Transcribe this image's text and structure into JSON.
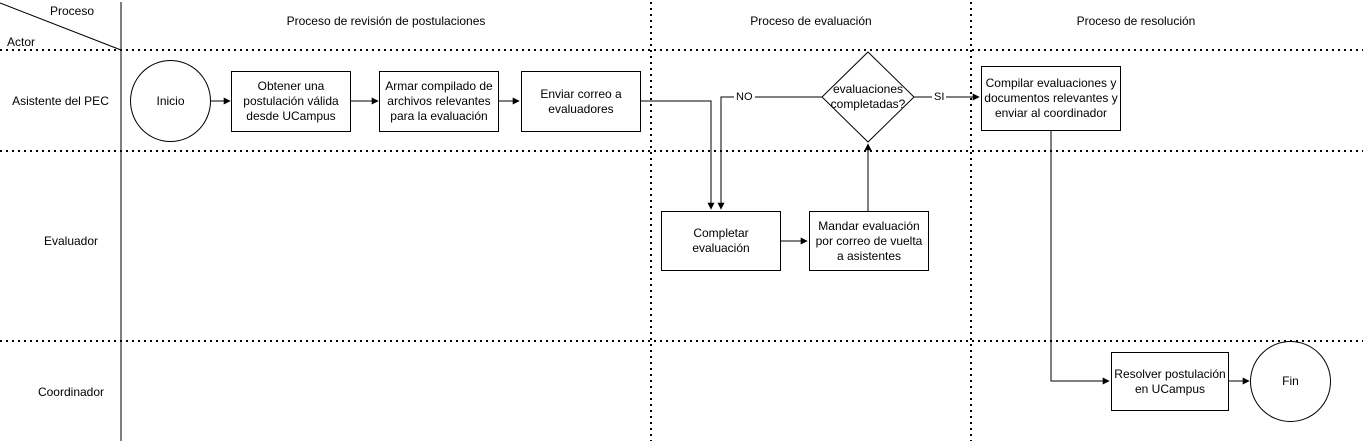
{
  "header": {
    "proceso": "Proceso",
    "actor": "Actor"
  },
  "phases": [
    "Proceso de revisión de postulaciones",
    "Proceso de evaluación",
    "Proceso de resolución"
  ],
  "lanes": [
    "Asistente del PEC",
    "Evaluador",
    "Coordinador"
  ],
  "nodes": {
    "inicio": "Inicio",
    "obtener": "Obtener una postulación válida desde UCampus",
    "armar": "Armar compilado de archivos relevantes para la evaluación",
    "enviar": "Enviar correo a evaluadores",
    "decision": "evaluaciones completadas?",
    "compilar": "Compilar evaluaciones y documentos relevantes y enviar al coordinador",
    "completar": "Completar evaluación",
    "mandar": "Mandar evaluación por correo de vuelta a asistentes",
    "resolver": "Resolver postulación en UCampus",
    "fin": "Fin"
  },
  "edge_labels": {
    "no": "NO",
    "si": "SI"
  }
}
